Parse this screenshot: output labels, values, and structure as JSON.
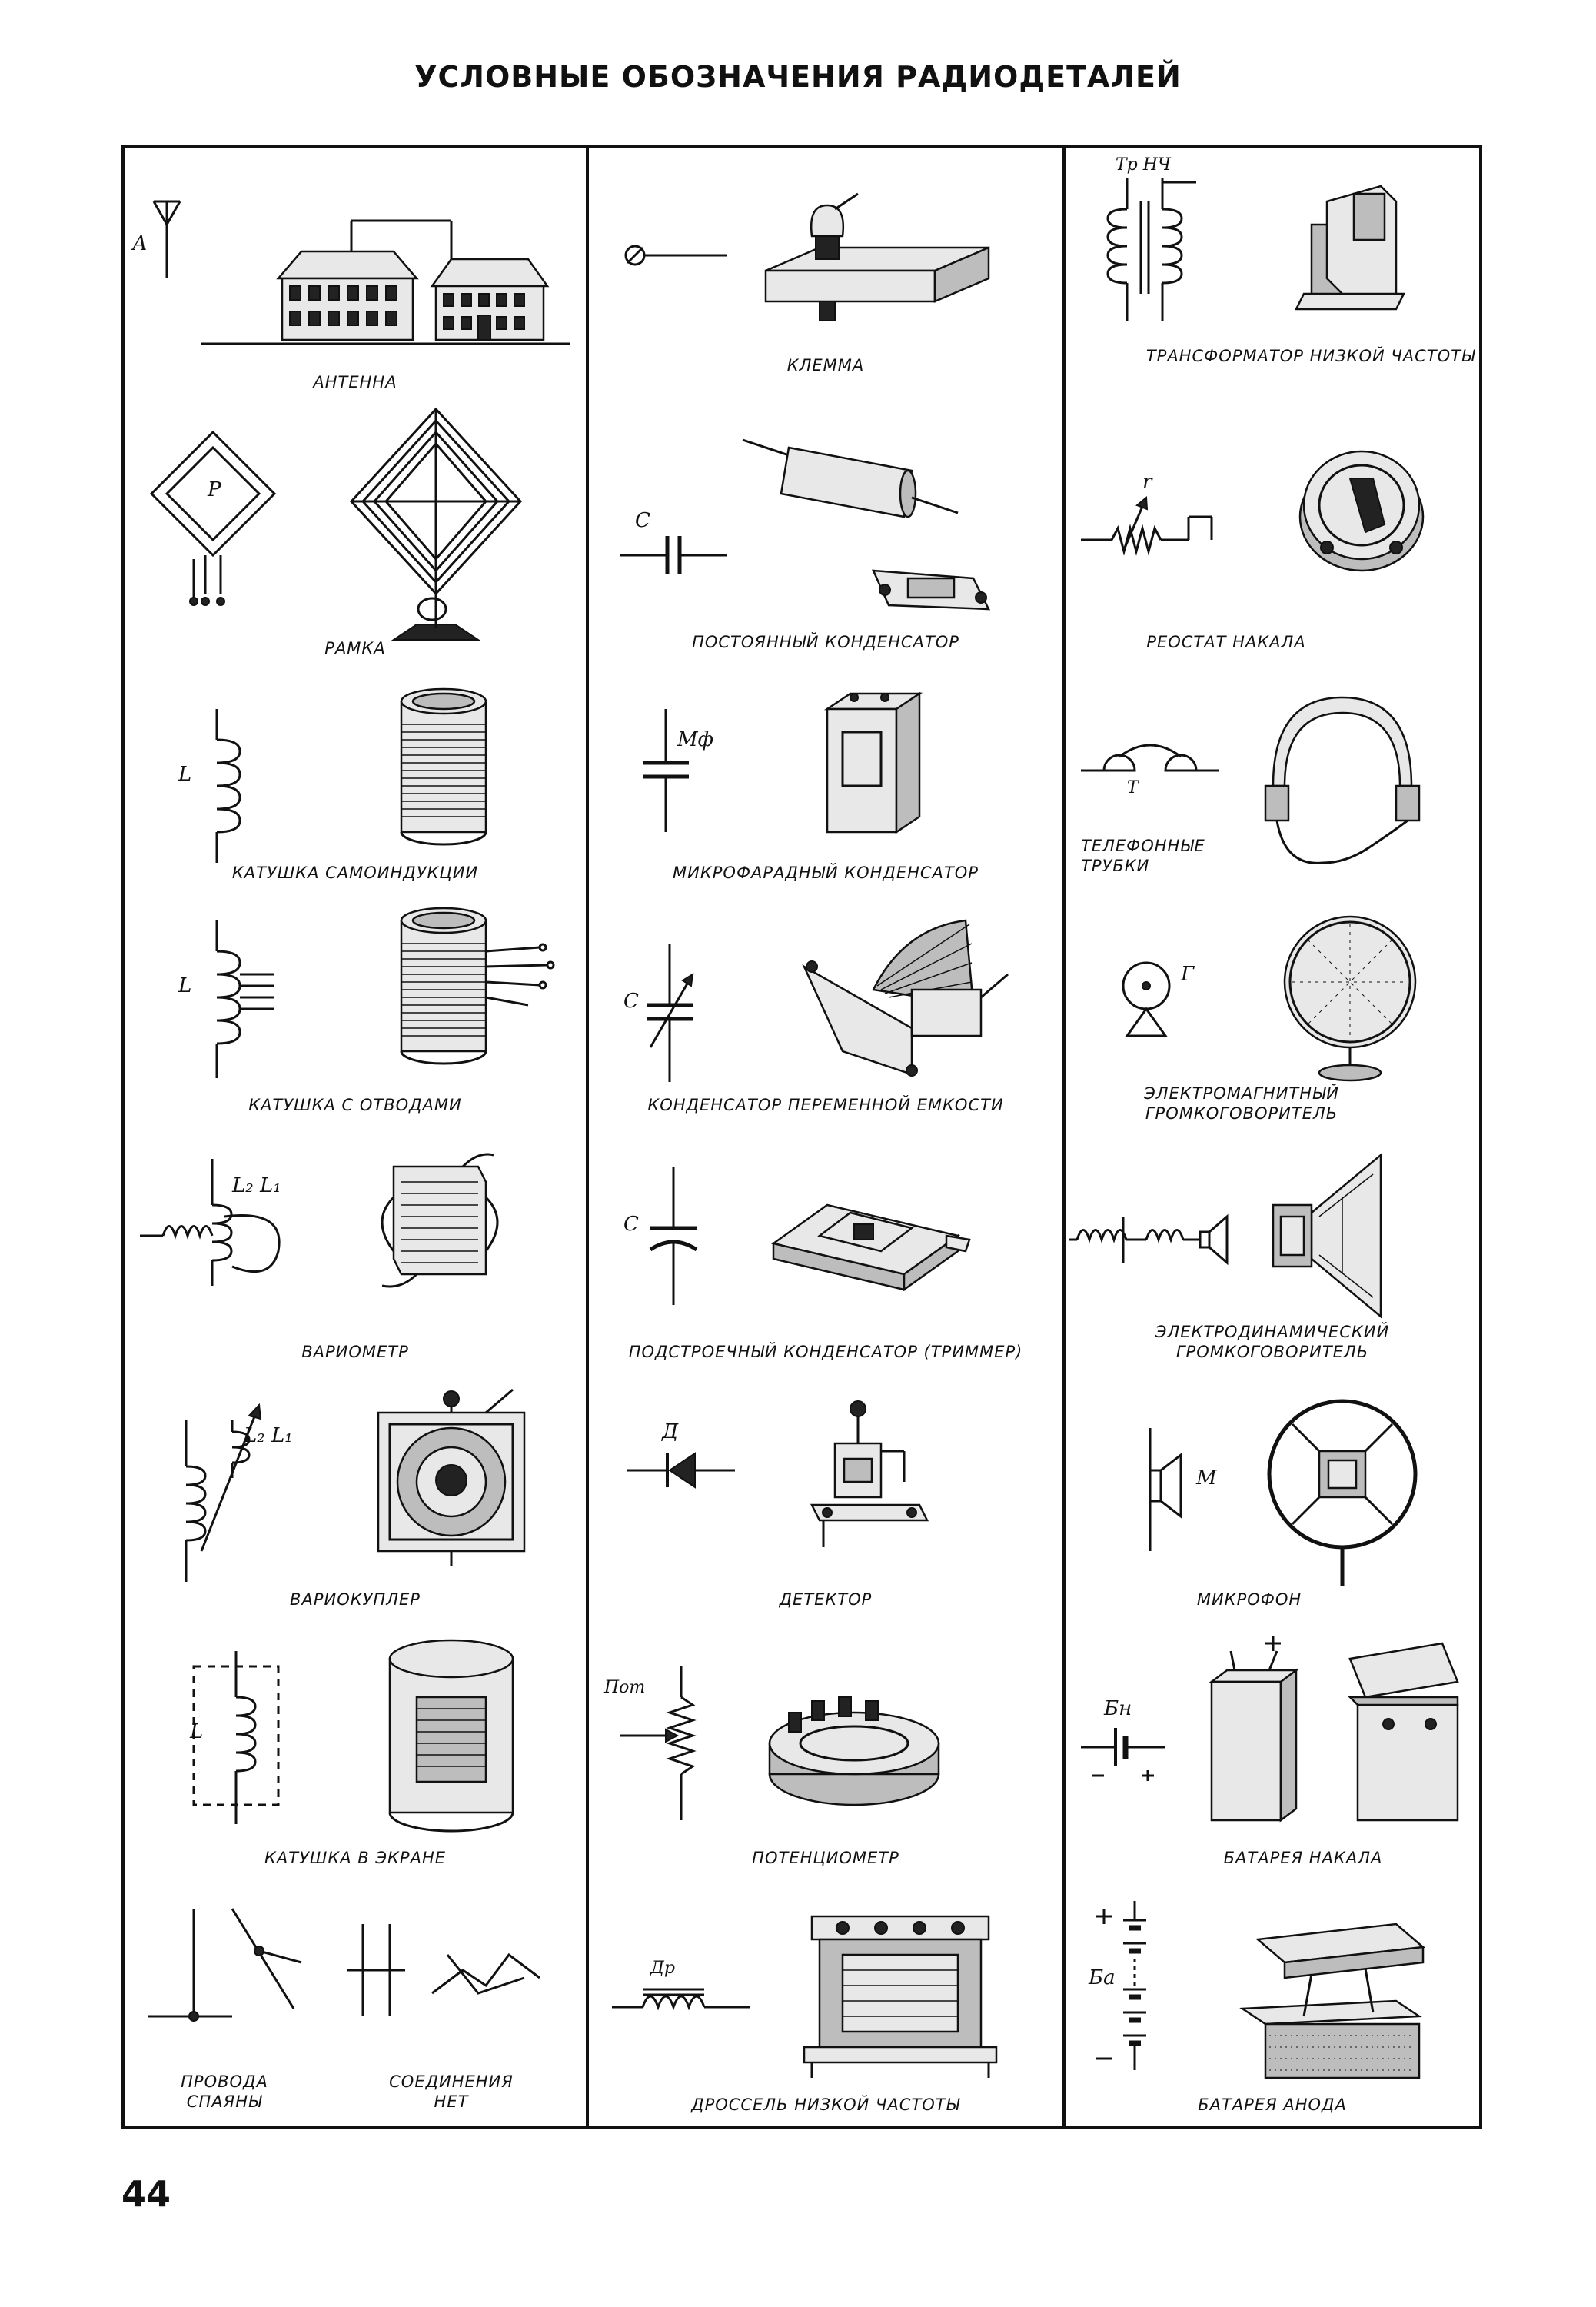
{
  "page": {
    "title": "УСЛОВНЫЕ ОБОЗНАЧЕНИЯ РАДИОДЕТАЛЕЙ",
    "page_number": "44"
  },
  "columns": [
    {
      "items": [
        {
          "caption": "АНТЕННА",
          "symbol_label": "А"
        },
        {
          "caption": "РАМКА",
          "symbol_label": "Р"
        },
        {
          "caption": "КАТУШКА САМОИНДУКЦИИ",
          "symbol_label": "L"
        },
        {
          "caption": "КАТУШКА С ОТВОДАМИ",
          "symbol_label": "L"
        },
        {
          "caption": "ВАРИОМЕТР",
          "symbol_label": "L₂ L₁"
        },
        {
          "caption": "ВАРИОКУПЛЕР",
          "symbol_label": "L₂ L₁"
        },
        {
          "caption": "КАТУШКА В ЭКРАНЕ",
          "symbol_label": "L"
        },
        {
          "caption": "ПРОВОДА СПАЯНЫ",
          "caption2": "СОЕДИНЕНИЯ НЕТ"
        }
      ]
    },
    {
      "items": [
        {
          "caption": "КЛЕММА",
          "symbol_label": ""
        },
        {
          "caption": "ПОСТОЯННЫЙ КОНДЕНСАТОР",
          "symbol_label": "С"
        },
        {
          "caption": "МИКРОФАРАДНЫЙ КОНДЕНСАТОР",
          "symbol_label": "Мф"
        },
        {
          "caption": "КОНДЕНСАТОР ПЕРЕМЕННОЙ ЕМКОСТИ",
          "symbol_label": "С"
        },
        {
          "caption": "ПОДСТРОЕЧНЫЙ КОНДЕНСАТОР (ТРИММЕР)",
          "symbol_label": "С"
        },
        {
          "caption": "ДЕТЕКТОР",
          "symbol_label": "Д"
        },
        {
          "caption": "ПОТЕНЦИОМЕТР",
          "symbol_label": "Пот"
        },
        {
          "caption": "ДРОССЕЛЬ НИЗКОЙ ЧАСТОТЫ",
          "symbol_label": "Др"
        }
      ]
    },
    {
      "items": [
        {
          "caption": "ТРАНСФОРМАТОР НИЗКОЙ ЧАСТОТЫ",
          "symbol_label": "Тр НЧ"
        },
        {
          "caption": "РЕОСТАТ НАКАЛА",
          "symbol_label": "r"
        },
        {
          "caption": "ТЕЛЕФОННЫЕ ТРУБКИ",
          "symbol_label": "Т"
        },
        {
          "caption": "ЭЛЕКТРОМАГНИТНЫЙ ГРОМКОГОВОРИТЕЛЬ",
          "symbol_label": "Г"
        },
        {
          "caption": "ЭЛЕКТРОДИНАМИЧЕСКИЙ ГРОМКОГОВОРИТЕЛЬ",
          "symbol_label": ""
        },
        {
          "caption": "МИКРОФОН",
          "symbol_label": "М"
        },
        {
          "caption": "БАТАРЕЯ НАКАЛА",
          "symbol_label": "Бн"
        },
        {
          "caption": "БАТАРЕЯ АНОДА",
          "symbol_label": "Ба"
        }
      ]
    }
  ]
}
